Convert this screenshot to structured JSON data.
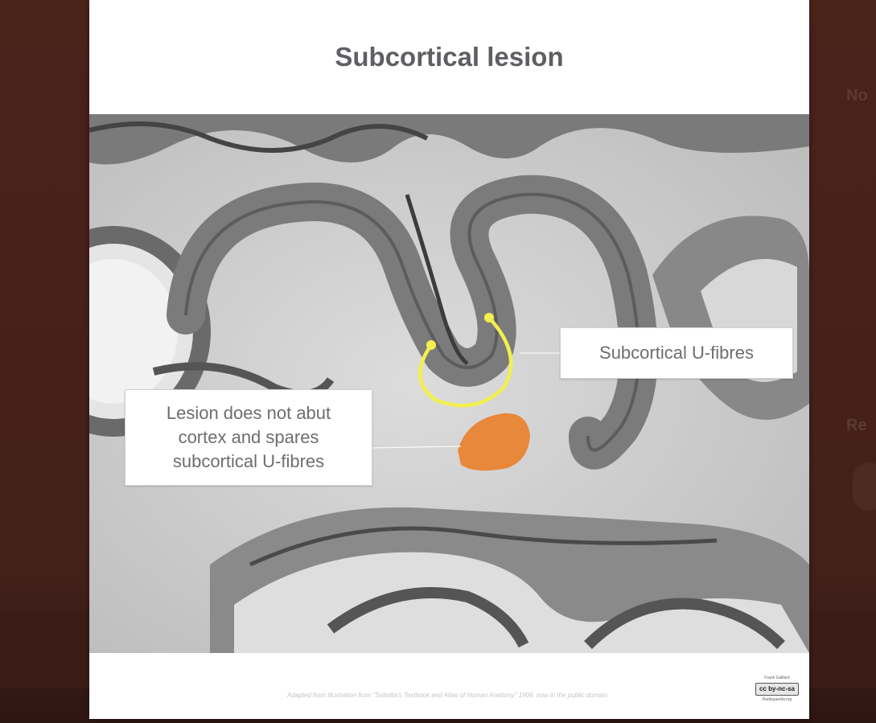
{
  "slide": {
    "title": "Subcortical lesion",
    "callouts": {
      "u_fibres": "Subcortical U-fibres",
      "lesion_lines": [
        "Lesion does not abut",
        "cortex and spares",
        "subcortical U-fibres"
      ]
    },
    "credit": "Adapted from illustration from \"Sobotta's Textbook and Atlas of Human Anatomy\" 1906, now in the public domain",
    "license": {
      "top": "Frank Gaillard",
      "badge": "cc by-nc-sa",
      "bottom": "Radiopaedia.org"
    }
  },
  "background_panel": {
    "heading_fragment_1": "No",
    "heading_fragment_2": "Re"
  },
  "colors": {
    "lesion": "#e8883a",
    "u_fibre_arc": "#f2ef4e",
    "title_text": "#5f5f63",
    "backdrop": "#43201a"
  }
}
